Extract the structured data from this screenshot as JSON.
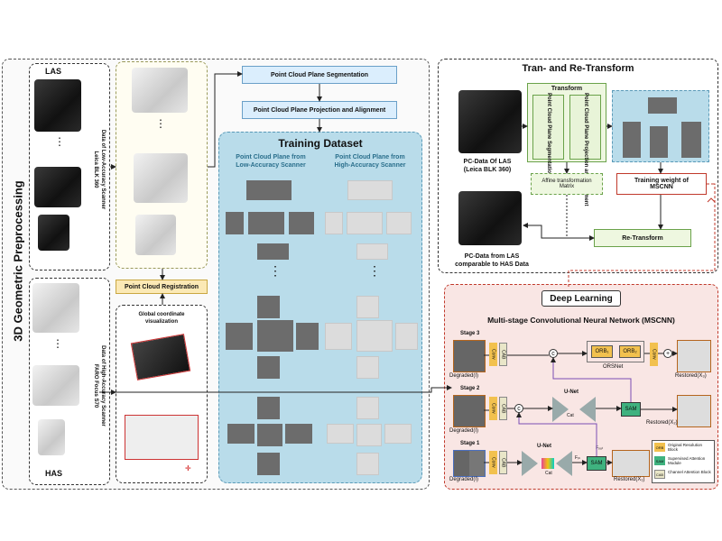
{
  "preprocessing": {
    "title": "3D Geometric Preprocessing",
    "las_label": "LAS",
    "has_label": "HAS",
    "las_desc_line1": "Data of Low-Accuracy Scanner",
    "las_desc_line2": "Leica BLK 360",
    "has_desc_line1": "Data of High-Accuracy Scanner",
    "has_desc_line2": "FARO Focus S70",
    "registration": "Point Cloud Registration",
    "global_vis_line1": "Global coordinate",
    "global_vis_line2": "visualization"
  },
  "segmentation": {
    "step1": "Point Cloud Plane Segmentation",
    "step2": "Point Cloud Plane Projection and Alignment"
  },
  "training": {
    "title": "Training Dataset",
    "col1_line1": "Point Cloud Plane from",
    "col1_line2": "Low-Accuracy Scanner",
    "col2_line1": "Point Cloud Plane from",
    "col2_line2": "High-Accuracy Scanner",
    "dots": "⋮"
  },
  "transform": {
    "title": "Tran- and Re-Transform",
    "inner_title": "Transform",
    "seg": "Point Cloud Plane Segmentation",
    "proj": "Point Cloud Plane Projection and Alignment",
    "pc_las_line1": "PC-Data Of LAS",
    "pc_las_line2": "(Leica BLK 360)",
    "affine_line1": "Affine transformation",
    "affine_line2": "Matrix",
    "weight_line1": "Training weight of",
    "weight_line2": "MSCNN",
    "retransform": "Re-Transform",
    "pc_out_line1": "PC-Data from LAS",
    "pc_out_line2": "comparable to HAS Data"
  },
  "deep": {
    "title": "Deep Learning",
    "subtitle": "Multi-stage Convolutional Neural Network (MSCNN)",
    "stage3": "Stage 3",
    "stage2": "Stage 2",
    "stage1": "Stage 1",
    "degraded": "Degraded(I)",
    "restored3": "Restored(X₃)",
    "restored2": "Restored(X₂)",
    "restored1": "Restored(X₁)",
    "conv": "Conv",
    "cab": "CAB",
    "unet": "U-Net",
    "sam": "SAM",
    "orb1": "ORB₁",
    "orb2": "ORB₂",
    "orsnet": "ORSNet",
    "cat": "Cat",
    "concat_symbol": "c",
    "plus_symbol": "+",
    "f_in": "Fᵢₙ",
    "f_out": "Fₒᵤₜ",
    "legend": [
      {
        "abbr": "ORB",
        "text": "Original Resolution Block",
        "color": "#f2c14e"
      },
      {
        "abbr": "SAM",
        "text": "Supervised Attention Module",
        "color": "#3fb27f"
      },
      {
        "abbr": "CAB",
        "text": "Channel Attention Block",
        "color": "#e9e6c8"
      }
    ]
  }
}
